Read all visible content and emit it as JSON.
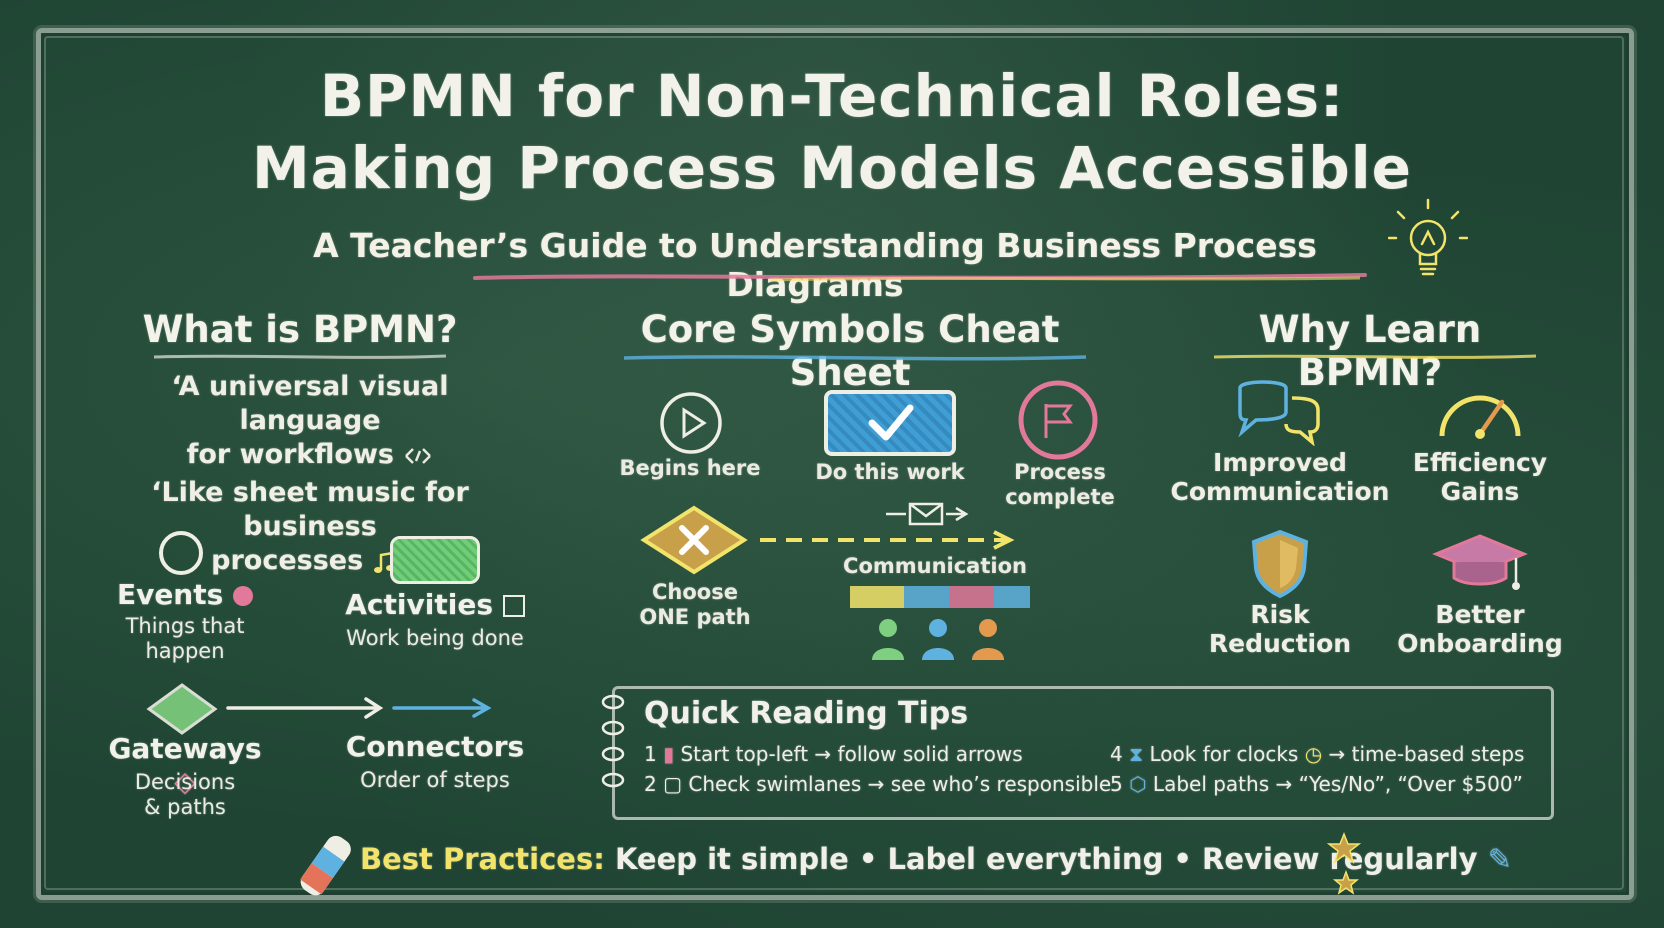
{
  "title": {
    "line1": "BPMN for Non-Technical Roles:",
    "line2": "Making Process Models Accessible",
    "subtitle": "A Teacher’s Guide to Understanding Business Process Diagrams"
  },
  "what_is": {
    "heading": "What is BPMN?",
    "quote1_line1": "‘A universal visual language",
    "quote1_line2": "for workflows",
    "quote2_line1": "‘Like sheet music for business",
    "quote2_line2": "processes",
    "quote2_end": "’",
    "elements": [
      {
        "name": "Events",
        "desc1": "Things that",
        "desc2": "happen"
      },
      {
        "name": "Activities",
        "desc1": "Work being done"
      },
      {
        "name": "Gateways",
        "desc1": "Decisions",
        "desc2": "& paths"
      },
      {
        "name": "Connectors",
        "desc1": "Order of steps"
      }
    ]
  },
  "cheat_sheet": {
    "heading": "Core Symbols Cheat Sheet",
    "start": "Begins here",
    "task": "Do this work",
    "end1": "Process",
    "end2": "complete",
    "gateway1": "Choose",
    "gateway2": "ONE path",
    "message": "Communication"
  },
  "why_learn": {
    "heading": "Why Learn BPMN?",
    "items": [
      {
        "line1": "Improved",
        "line2": "Communication",
        "icon": "speech-bubbles-icon"
      },
      {
        "line1": "Efficiency",
        "line2": "Gains",
        "icon": "gauge-icon"
      },
      {
        "line1": "Risk",
        "line2": "Reduction",
        "icon": "shield-icon"
      },
      {
        "line1": "Better",
        "line2": "Onboarding",
        "icon": "graduation-cap-icon"
      }
    ]
  },
  "tips": {
    "heading": "Quick Reading Tips",
    "items": [
      {
        "num": "1",
        "text": "Start top-left → follow solid arrows"
      },
      {
        "num": "2",
        "text": "Check swimlanes → see who’s responsible"
      },
      {
        "num": "4",
        "text": "Look for clocks",
        "text2": "→ time-based steps"
      },
      {
        "num": "5",
        "text": "Label paths → “Yes/No”, “Over $500”"
      }
    ]
  },
  "best_practices": {
    "label": "Best Practices:",
    "text": "Keep it simple • Label everything • Review regularly"
  },
  "colors": {
    "board": "#1f4433",
    "chalk_white": "#f1f1ea",
    "chalk_yellow": "#f2e46a",
    "chalk_green": "#7fcf80",
    "chalk_blue": "#5fb2e0",
    "chalk_pink": "#e2789a",
    "chalk_orange": "#e39a4f"
  }
}
